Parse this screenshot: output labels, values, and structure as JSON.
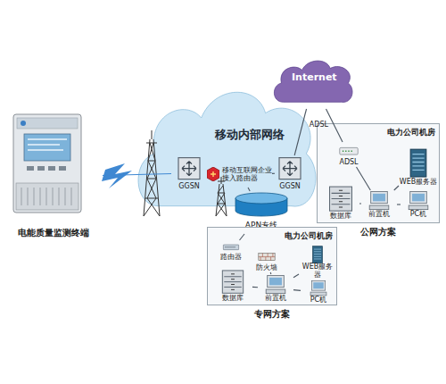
{
  "diagram": {
    "nodes": [
      {
        "text": [
          "电能质量监测终端"
        ]
      },
      {
        "text": [
          "移动内部网络"
        ]
      },
      {
        "text": [
          "Internet"
        ]
      },
      {
        "text": [
          "GGSN"
        ],
        "in": 1
      },
      {
        "text": [
          "移动互联网企业接入路由器"
        ],
        "in": 1
      },
      {
        "text": [
          "GGSN"
        ],
        "in": 1
      },
      {
        "text": [
          "APN专线"
        ],
        "in": 1
      },
      {
        "text": [
          "电力公司机房",
          "公网方案"
        ]
      },
      {
        "text": [
          "ADSL"
        ],
        "in": 7
      },
      {
        "text": [
          "WEB服务器"
        ],
        "in": 7
      },
      {
        "text": [
          "前置机"
        ],
        "in": 7
      },
      {
        "text": [
          "PC机"
        ],
        "in": 7
      },
      {
        "text": [
          "数据库"
        ],
        "in": 7
      },
      {
        "text": [
          "电力公司机房",
          "专网方案"
        ]
      },
      {
        "text": [
          "路由器"
        ],
        "in": 13
      },
      {
        "text": [
          "防火墙"
        ],
        "in": 13
      },
      {
        "text": [
          "WEB服务器"
        ],
        "in": 13
      },
      {
        "text": [
          "前置机"
        ],
        "in": 13
      },
      {
        "text": [
          "PC机"
        ],
        "in": 13
      },
      {
        "text": [
          "数据库"
        ],
        "in": 13
      }
    ],
    "edges": [
      {
        "from": 0,
        "to": 3,
        "arrow": "none"
      },
      {
        "from": 3,
        "to": 4,
        "arrow": "none"
      },
      {
        "from": 4,
        "to": 5,
        "arrow": "none"
      },
      {
        "from": 4,
        "to": 6,
        "arrow": "none"
      },
      {
        "from": 5,
        "to": 2,
        "arrow": "none"
      },
      {
        "from": 2,
        "to": 8,
        "label": "ADSL",
        "arrow": "none"
      },
      {
        "from": 8,
        "to": 10,
        "arrow": "none"
      },
      {
        "from": 10,
        "to": 12,
        "arrow": "none"
      },
      {
        "from": 10,
        "to": 11,
        "arrow": "none"
      },
      {
        "from": 10,
        "to": 9,
        "arrow": "none"
      },
      {
        "from": 6,
        "to": 14,
        "arrow": "none"
      },
      {
        "from": 14,
        "to": 15,
        "arrow": "none"
      },
      {
        "from": 15,
        "to": 17,
        "arrow": "none"
      },
      {
        "from": 17,
        "to": 19,
        "arrow": "none"
      },
      {
        "from": 17,
        "to": 18,
        "arrow": "none"
      },
      {
        "from": 17,
        "to": 16,
        "arrow": "none"
      }
    ]
  }
}
